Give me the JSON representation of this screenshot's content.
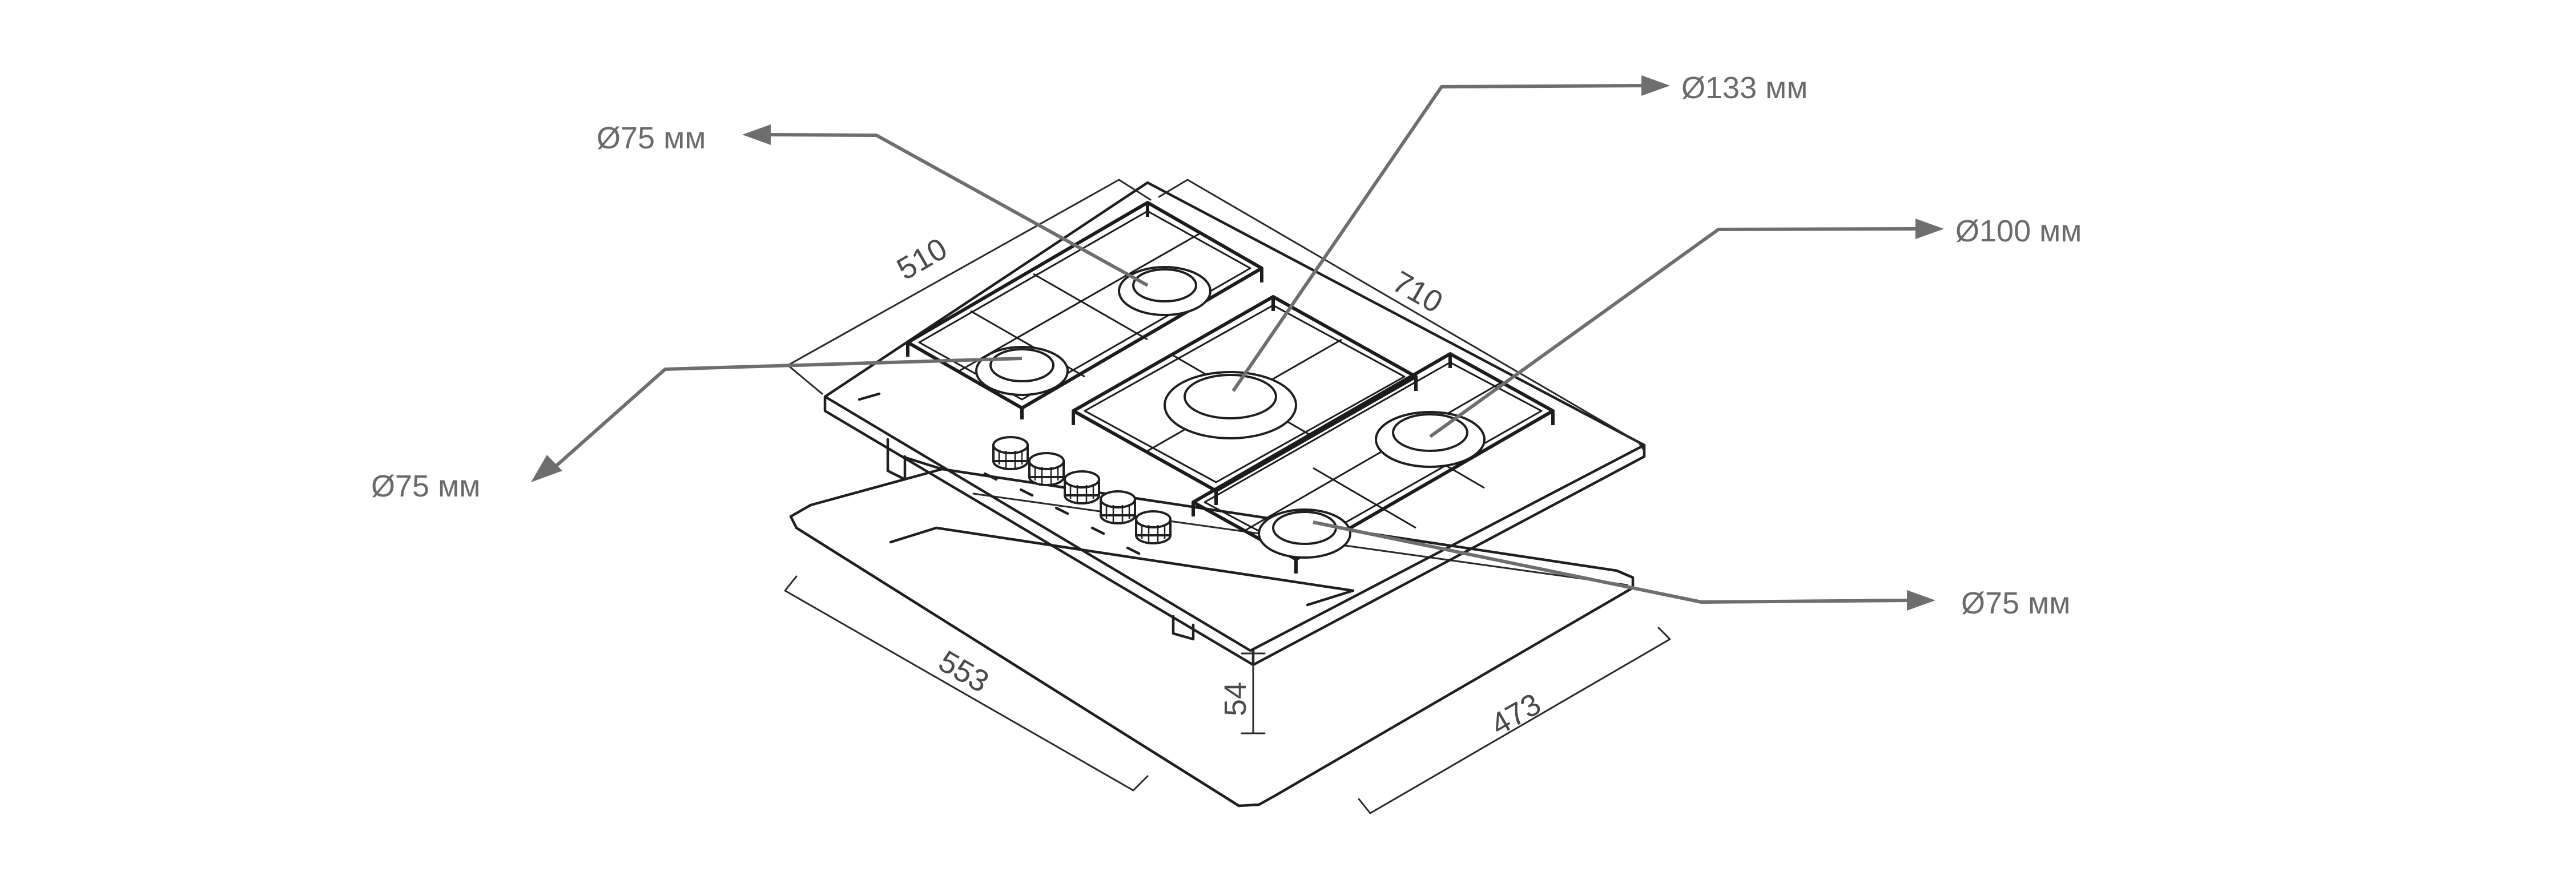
{
  "dimensions": {
    "width_top": "510",
    "length_top": "710",
    "cutout_length": "553",
    "cutout_width": "473",
    "height": "54"
  },
  "burners": {
    "rear_left": "Ø75 мм",
    "front_left": "Ø75 мм",
    "center": "Ø133 мм",
    "rear_right": "Ø100 мм",
    "front_right": "Ø75 мм"
  },
  "colors": {
    "outline": "#1f1f1f",
    "leader": "#6e6e6e",
    "label": "#6a6a6a"
  }
}
